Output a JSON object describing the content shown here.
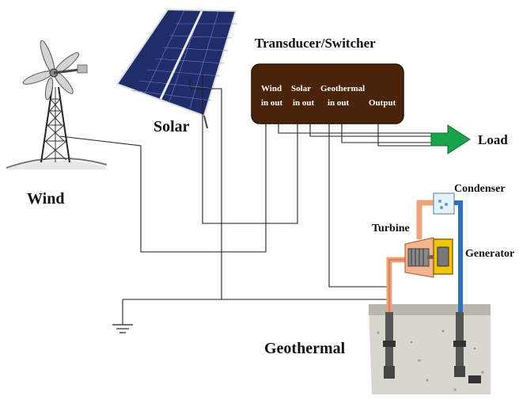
{
  "labels": {
    "wind": "Wind",
    "solar": "Solar",
    "transducer": "Transducer/Switcher",
    "load": "Load",
    "geothermal": "Geothermal",
    "condenser": "Condenser",
    "turbine": "Turbine",
    "generator": "Generator"
  },
  "box": {
    "wind_label": "Wind",
    "wind_ports": "in out",
    "solar_label": "Solar",
    "solar_ports": "in out",
    "geo_label": "Geothermal",
    "geo_ports": "in out",
    "output_label": "Output"
  },
  "colors": {
    "box_fill": "#4a2408",
    "arrow": "#1aa34a",
    "pipe_hot": "#f0a27a",
    "pipe_cold": "#2f6fc6",
    "generator": "#f3c400",
    "panel": "#1f2d6b"
  }
}
